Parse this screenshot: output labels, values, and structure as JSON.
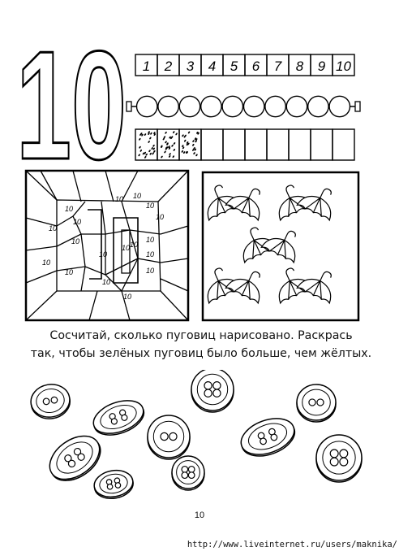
{
  "big_number": "10",
  "digit_strip": [
    "1",
    "2",
    "3",
    "4",
    "5",
    "6",
    "7",
    "8",
    "9",
    "10"
  ],
  "bead_count": 10,
  "shaded_boxes": 3,
  "total_boxes": 10,
  "mosaic_labels": [
    "10",
    "10",
    "10",
    "10",
    "10",
    "10",
    "10",
    "10",
    "10",
    "10",
    "10",
    "10",
    "10",
    "10",
    "10",
    "10",
    "10",
    "10"
  ],
  "umbrella_count": 5,
  "instructions": {
    "line1": "Сосчитай, сколько пуговиц нарисовано. Раскрась",
    "line2": "так, чтобы зелёных пуговиц было больше, чем жёлтых."
  },
  "button_count": 10,
  "page_number": "10",
  "source_url": "http://www.liveinternet.ru/users/maknika/"
}
